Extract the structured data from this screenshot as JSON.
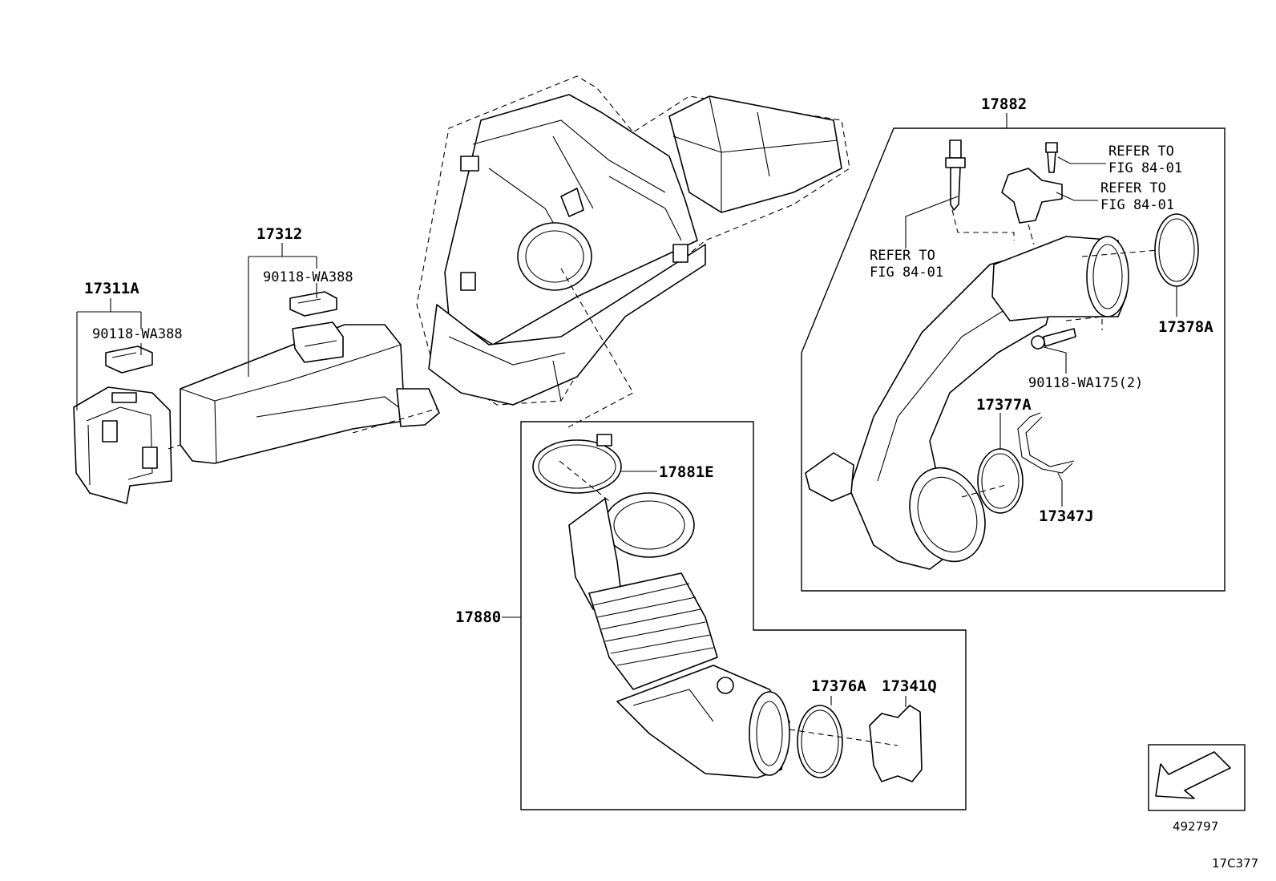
{
  "callouts": {
    "p17311A": "17311A",
    "p90118_WA388_a": "90118-WA388",
    "p17312": "17312",
    "p90118_WA388_b": "90118-WA388",
    "p17882": "17882",
    "refer_1_line1": "REFER TO",
    "refer_1_line2": "FIG 84-01",
    "refer_2_line1": "REFER TO",
    "refer_2_line2": "FIG 84-01",
    "refer_3_line1": "REFER TO",
    "refer_3_line2": "FIG 84-01",
    "p17378A": "17378A",
    "p90118_WA175": "90118-WA175(2)",
    "p17377A": "17377A",
    "p17347J": "17347J",
    "p17881E": "17881E",
    "p17880": "17880",
    "p17376A": "17376A",
    "p17341Q": "17341Q"
  },
  "footer": {
    "image_code": "492797",
    "figure_code": "17C377"
  },
  "icons": {
    "direction": "arrow-down-left-icon"
  }
}
